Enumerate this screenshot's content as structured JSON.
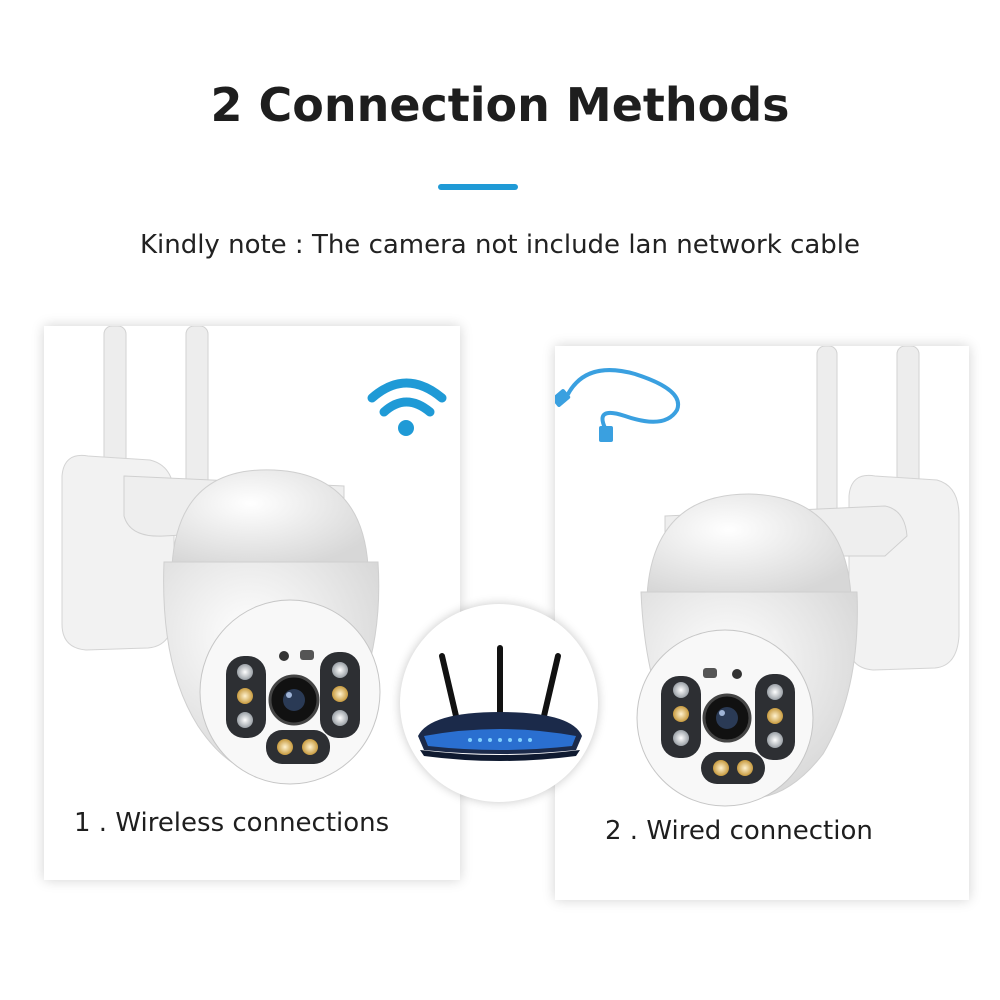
{
  "header": {
    "title": "2 Connection Methods",
    "note": "Kindly note : The camera not include lan network cable",
    "accent_color": "#1f9ad6"
  },
  "cards": {
    "wireless": {
      "caption": "1 . Wireless connections",
      "icon": "wifi-icon"
    },
    "wired": {
      "caption": "2 . Wired connection",
      "icon": "ethernet-cable-icon"
    }
  },
  "router": {
    "icon": "router-icon",
    "accent_color": "#2a6fd0"
  }
}
